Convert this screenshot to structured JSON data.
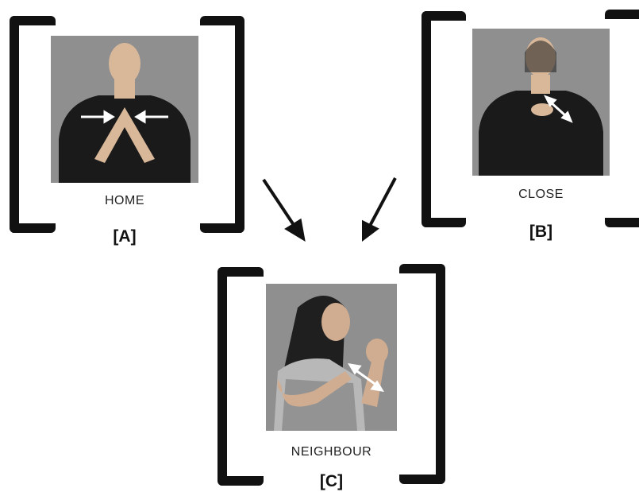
{
  "figure": {
    "panels": [
      {
        "id": "A",
        "word": "HOME",
        "tag": "[A]"
      },
      {
        "id": "B",
        "word": "CLOSE",
        "tag": "[B]"
      },
      {
        "id": "C",
        "word": "NEIGHBOUR",
        "tag": "[C]"
      }
    ]
  },
  "colors": {
    "bracket": "#111111",
    "photo_bg": "#8f8f8f",
    "arrow": "#111111"
  }
}
